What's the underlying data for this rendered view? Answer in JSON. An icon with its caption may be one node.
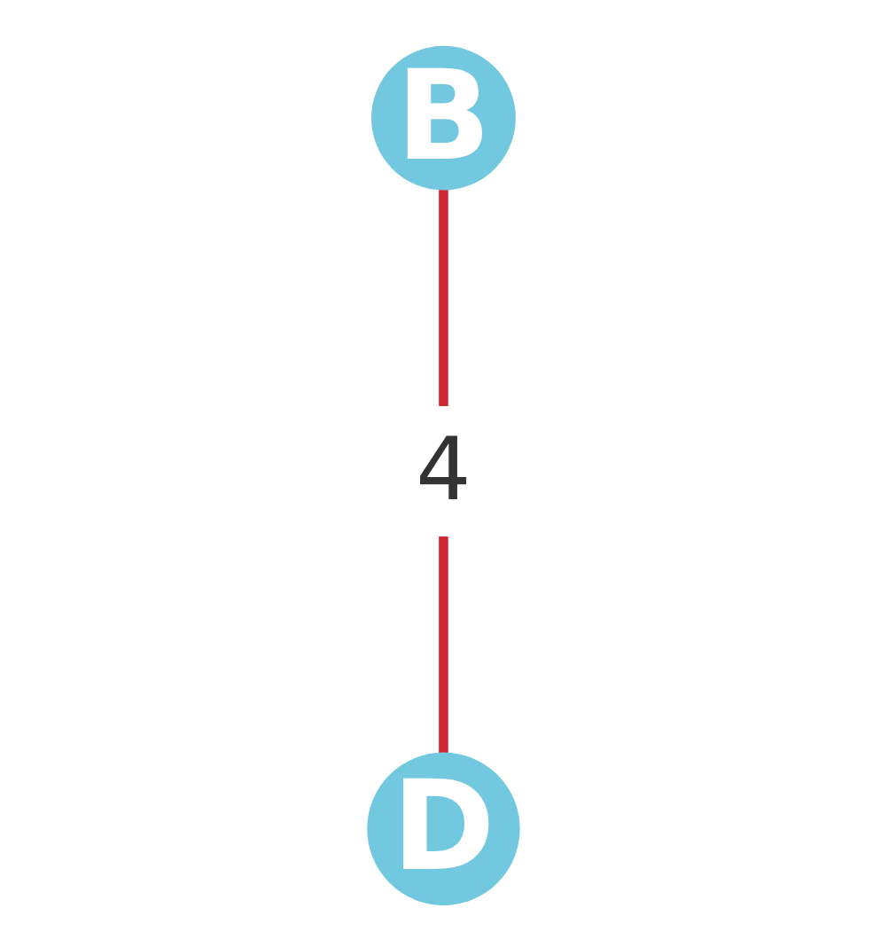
{
  "diagram": {
    "nodes": [
      {
        "text": [
          "B"
        ]
      },
      {
        "text": [
          "D"
        ]
      }
    ],
    "edges": [
      {
        "from": 0,
        "to": 1,
        "arrow": "none",
        "label": "4",
        "color": "#d0262f"
      }
    ]
  }
}
